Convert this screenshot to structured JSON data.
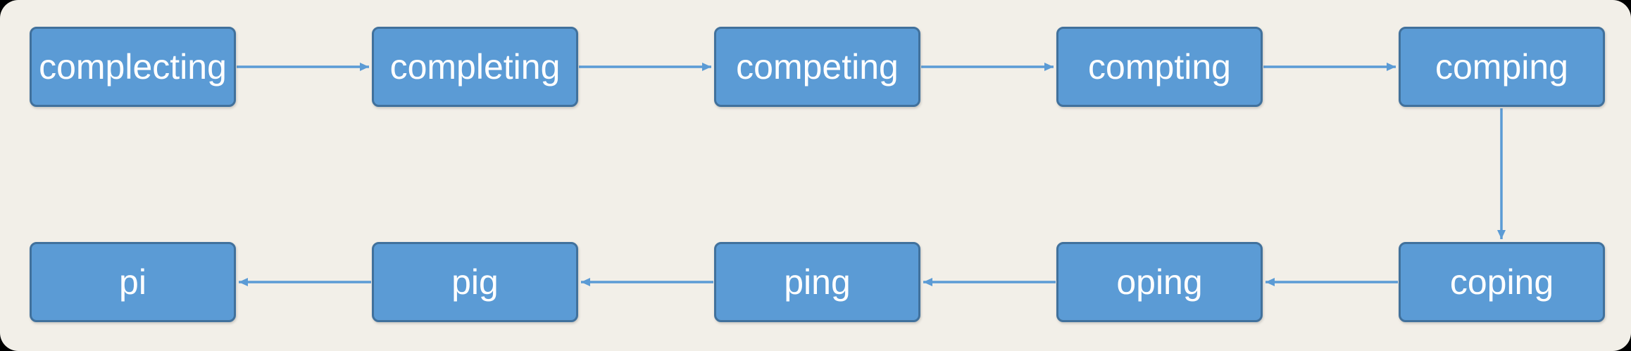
{
  "canvas": {
    "outer_background": "#000000",
    "slide_fill": "#f2efe8"
  },
  "style": {
    "node_fill": "#5b9bd5",
    "node_border": "#41719c",
    "arrow_color": "#5b9bd5",
    "text_color": "#ffffff"
  },
  "diagram": {
    "type": "flowchart",
    "nodes": [
      {
        "id": "complecting",
        "label": "complecting",
        "row": 0,
        "col": 0
      },
      {
        "id": "completing",
        "label": "completing",
        "row": 0,
        "col": 1
      },
      {
        "id": "competing",
        "label": "competing",
        "row": 0,
        "col": 2
      },
      {
        "id": "compting",
        "label": "compting",
        "row": 0,
        "col": 3
      },
      {
        "id": "comping",
        "label": "comping",
        "row": 0,
        "col": 4
      },
      {
        "id": "coping",
        "label": "coping",
        "row": 1,
        "col": 4
      },
      {
        "id": "oping",
        "label": "oping",
        "row": 1,
        "col": 3
      },
      {
        "id": "ping",
        "label": "ping",
        "row": 1,
        "col": 2
      },
      {
        "id": "pig",
        "label": "pig",
        "row": 1,
        "col": 1
      },
      {
        "id": "pi",
        "label": "pi",
        "row": 1,
        "col": 0
      }
    ],
    "edges": [
      {
        "from": "complecting",
        "to": "completing",
        "direction": "right"
      },
      {
        "from": "completing",
        "to": "competing",
        "direction": "right"
      },
      {
        "from": "competing",
        "to": "compting",
        "direction": "right"
      },
      {
        "from": "compting",
        "to": "comping",
        "direction": "right"
      },
      {
        "from": "comping",
        "to": "coping",
        "direction": "down"
      },
      {
        "from": "coping",
        "to": "oping",
        "direction": "left"
      },
      {
        "from": "oping",
        "to": "ping",
        "direction": "left"
      },
      {
        "from": "ping",
        "to": "pig",
        "direction": "left"
      },
      {
        "from": "pig",
        "to": "pi",
        "direction": "left"
      }
    ]
  }
}
